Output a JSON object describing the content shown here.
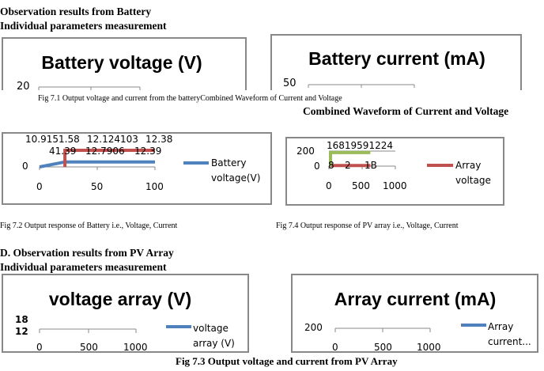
{
  "section_battery": {
    "heading": "Observation results from Battery",
    "subheading": "Individual parameters measurement"
  },
  "fig71_caption": "Fig 7.1 Output voltage and current from the batteryCombined Waveform of Current and Voltage",
  "combined_heading": "Combined Waveform of Current and Voltage",
  "fig72_caption": "Fig 7.2 Output response of Battery i.e., Voltage, Current",
  "fig74_caption": "Fig 7.4 Output response of PV array i.e., Voltage, Current",
  "section_pv": {
    "heading": "D. Observation results from PV Array",
    "subheading": "Individual parameters measurement"
  },
  "fig73_caption": "Fig 7.3 Output voltage and current from PV Array",
  "colors": {
    "blue": "#4f81bd",
    "red": "#c0504d",
    "green": "#9bbb59",
    "border": "#888888"
  },
  "chart_data": [
    {
      "type": "line",
      "title": "Battery voltage (V)",
      "yticks": [
        "20"
      ]
    },
    {
      "type": "line",
      "title": "Battery current (mA)",
      "yticks": [
        "50"
      ]
    },
    {
      "type": "line",
      "title": "",
      "yticks": [
        "0"
      ],
      "xticks": [
        "0",
        "50",
        "100"
      ],
      "xlim": [
        0,
        100
      ],
      "series": [
        {
          "name": "Battery voltage(V)",
          "color": "#4f81bd",
          "x": [
            0,
            22,
            100
          ],
          "y": [
            0,
            0.3,
            0.3
          ]
        },
        {
          "name": "",
          "color": "#c0504d",
          "x": [
            22,
            22,
            100
          ],
          "y": [
            0,
            1,
            1
          ]
        }
      ],
      "data_labels": [
        "10.9151.58",
        "12.124103",
        "12.38",
        "41.39",
        "12.7906",
        "12.39"
      ],
      "legend": "Battery voltage(V)"
    },
    {
      "type": "line",
      "title": "",
      "yticks": [
        "200",
        "0"
      ],
      "xticks": [
        "0",
        "500",
        "1000"
      ],
      "xlim": [
        0,
        1000
      ],
      "series": [
        {
          "name": "Array voltage",
          "color": "#c0504d",
          "x": [
            0,
            600
          ],
          "y": [
            8,
            8
          ]
        },
        {
          "name": "",
          "color": "#9bbb59",
          "x": [
            0,
            0,
            600
          ],
          "y": [
            0,
            180,
            180
          ]
        }
      ],
      "data_labels": [
        "16819591224",
        "8",
        "2",
        "1B"
      ],
      "legend": "Array voltage"
    },
    {
      "type": "line",
      "title": "voltage array (V)",
      "yticks": [
        "18",
        "12"
      ],
      "xticks": [
        "0",
        "500",
        "1000"
      ],
      "legend": "voltage array (V)"
    },
    {
      "type": "line",
      "title": "Array current (mA)",
      "yticks": [
        "200"
      ],
      "xticks": [
        "0",
        "500",
        "1000"
      ],
      "legend": "Array current..."
    }
  ]
}
